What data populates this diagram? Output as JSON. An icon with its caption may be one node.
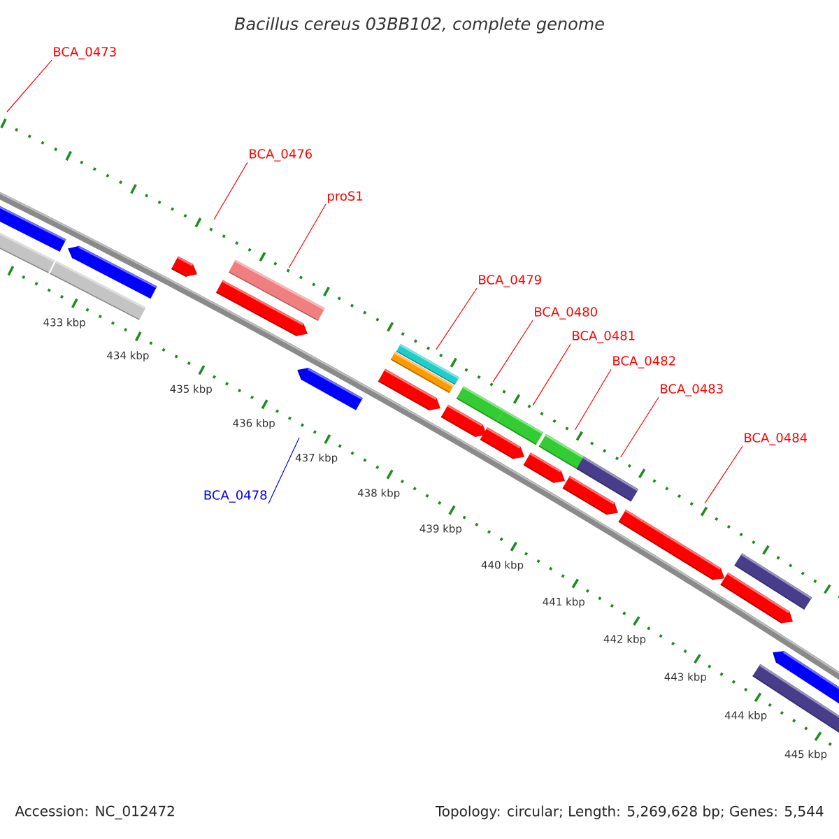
{
  "diagram": {
    "title": "Bacillus cereus 03BB102, complete genome",
    "nodes": [
      {
        "text": [
          "BCA_0473"
        ]
      },
      {
        "text": [
          "BCA_0476"
        ]
      },
      {
        "text": [
          "proS1"
        ]
      },
      {
        "text": [
          "BCA_0479"
        ]
      },
      {
        "text": [
          "BCA_0480"
        ]
      },
      {
        "text": [
          "BCA_0481"
        ]
      },
      {
        "text": [
          "BCA_0482"
        ]
      },
      {
        "text": [
          "BCA_0483"
        ]
      },
      {
        "text": [
          "BCA_0484"
        ]
      },
      {
        "text": [
          "BCA_0478"
        ]
      },
      {
        "text": [],
        "shape": "bar"
      },
      {
        "text": [],
        "shape": "bar"
      },
      {
        "text": [],
        "shape": "bar"
      },
      {
        "text": [],
        "shape": "bar"
      },
      {
        "text": [],
        "shape": "bar"
      },
      {
        "text": [],
        "shape": "bar"
      }
    ],
    "edges": [
      {
        "from": 0,
        "to": null,
        "arrow": "none"
      },
      {
        "from": 1,
        "to": null,
        "arrow": "none"
      },
      {
        "from": 2,
        "to": 10,
        "arrow": "none"
      },
      {
        "from": 3,
        "to": 11,
        "arrow": "none"
      },
      {
        "from": 4,
        "to": 12,
        "arrow": "none"
      },
      {
        "from": 5,
        "to": 13,
        "arrow": "none"
      },
      {
        "from": 6,
        "to": 14,
        "arrow": "none"
      },
      {
        "from": 7,
        "to": 15,
        "arrow": "none"
      },
      {
        "from": 8,
        "to": null,
        "arrow": "none"
      },
      {
        "from": 9,
        "to": null,
        "arrow": "none",
        "color": "#0000ff"
      }
    ],
    "labels": [
      "433 kbp",
      "434 kbp",
      "435 kbp",
      "436 kbp",
      "437 kbp",
      "438 kbp",
      "439 kbp",
      "440 kbp",
      "441 kbp",
      "442 kbp",
      "443 kbp",
      "444 kbp",
      "445 kbp",
      "Accession: NC_012472",
      "Topology: circular; Length: 5,269,628 bp; Genes: 5,544"
    ]
  }
}
